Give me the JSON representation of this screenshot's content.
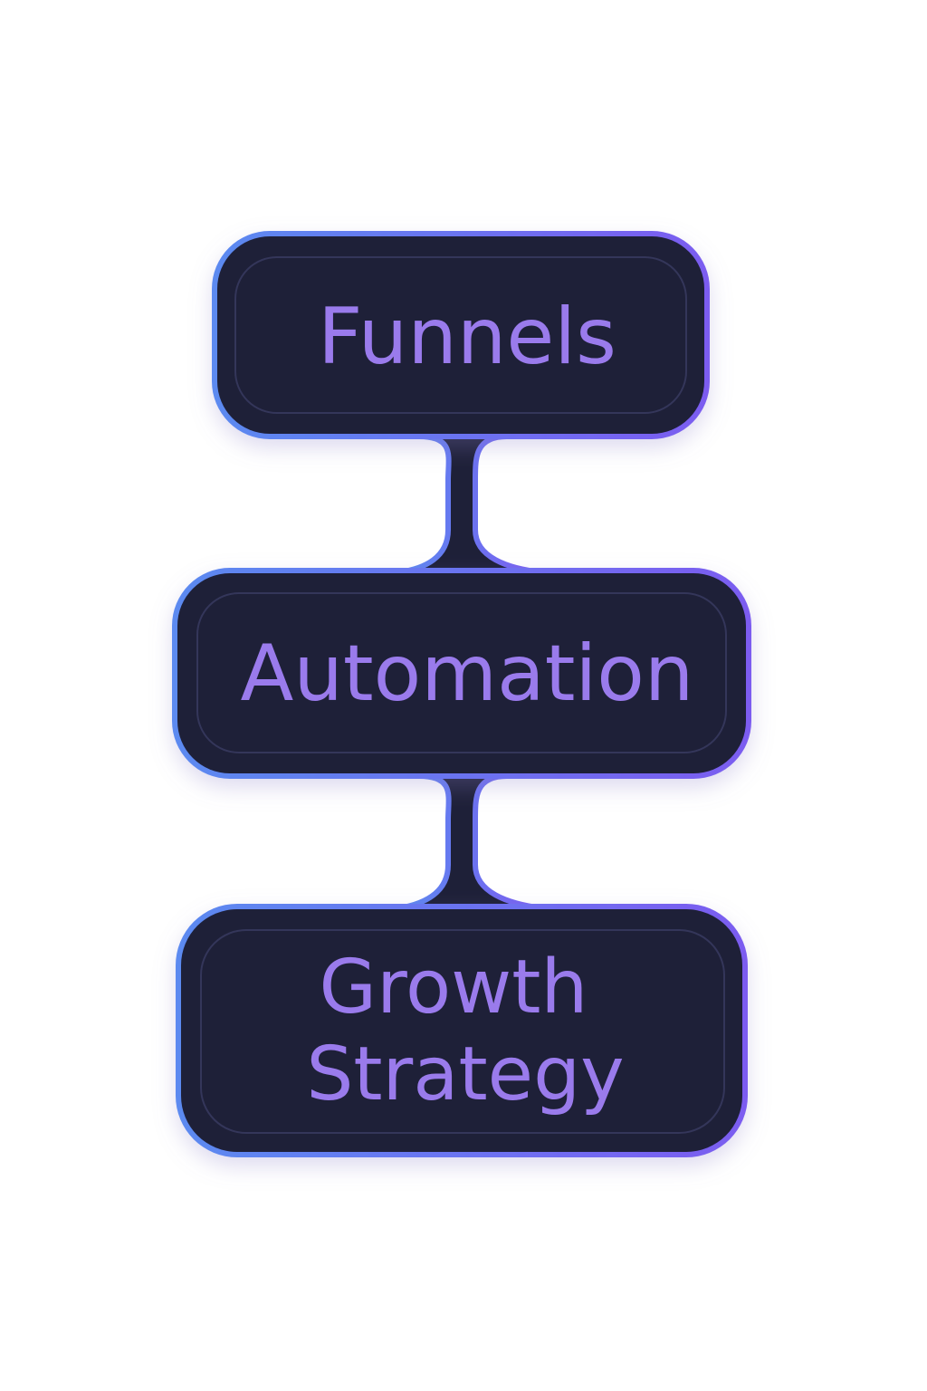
{
  "diagram": {
    "nodes": [
      {
        "id": "funnels",
        "lines": [
          "Funnels"
        ]
      },
      {
        "id": "automation",
        "lines": [
          "Automation"
        ]
      },
      {
        "id": "growth-strategy",
        "lines": [
          "Growth",
          "Strategy"
        ]
      }
    ],
    "connections": [
      {
        "from": "funnels",
        "to": "automation"
      },
      {
        "from": "automation",
        "to": "growth-strategy"
      }
    ]
  },
  "colors": {
    "background": "#ffffff",
    "node_fill": "#1e2038",
    "border_gradient_start": "#5b8af0",
    "border_gradient_end": "#7b5cf0",
    "inner_outline": "#34365a",
    "text": "#9a7bec",
    "shadow": "#8a80c8"
  }
}
